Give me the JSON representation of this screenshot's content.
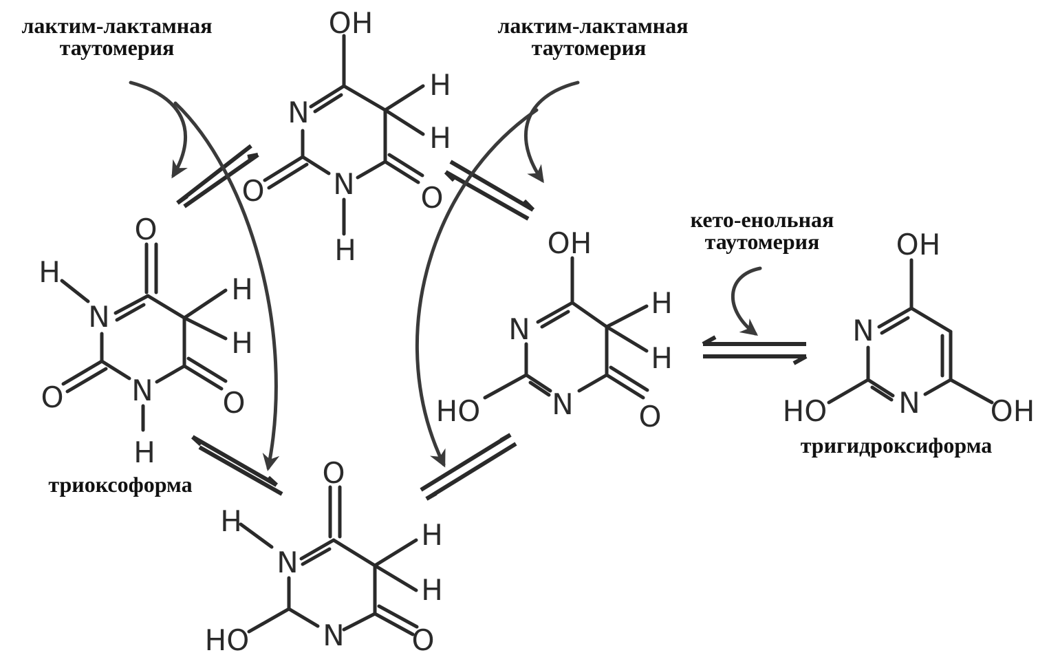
{
  "labels": {
    "tl_line1": "лактим-лактамная",
    "tl_line2": "таутомерия",
    "tr_line1": "лактим-лактамная",
    "tr_line2": "таутомерия",
    "ke_line1": "кето-енольная",
    "ke_line2": "таутомерия",
    "trioxo": "триоксоформа",
    "trihydroxy": "тригидроксиформа"
  },
  "atoms": {
    "OH": "OH",
    "HO": "HO",
    "O": "O",
    "N": "N",
    "H": "H"
  },
  "colors": {
    "ink": "#2a2a2a",
    "background": "#ffffff"
  }
}
